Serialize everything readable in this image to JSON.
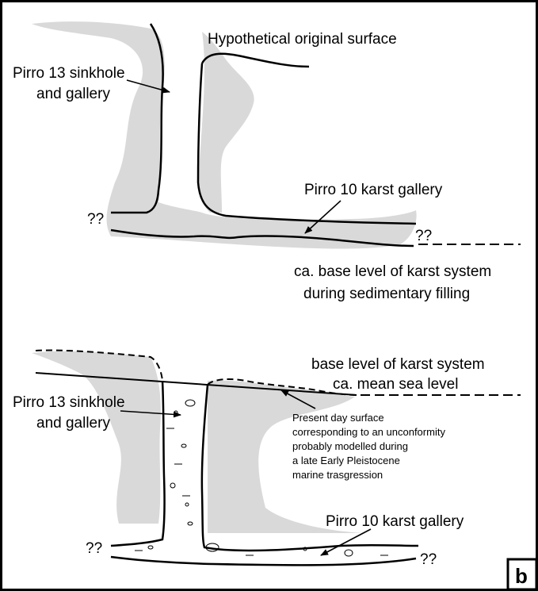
{
  "figure": {
    "panel_letter": "b",
    "upper": {
      "surface_label": "Hypothetical original surface",
      "sinkhole_label": [
        "Pirro 13 sinkhole",
        "and gallery"
      ],
      "gallery_label": "Pirro 10 karst gallery",
      "unknown_left": "??",
      "unknown_right": "??",
      "base_level_label": [
        "ca. base level of karst system",
        "during sedimentary filling"
      ]
    },
    "lower": {
      "base_level_label": [
        "base level of karst system",
        "ca. mean sea level"
      ],
      "sinkhole_label": [
        "Pirro 13 sinkhole",
        "and gallery"
      ],
      "present_surface_label": [
        "Present day surface",
        "corresponding to an unconformity",
        "probably modelled during",
        "a late Early Pleistocene",
        "marine trasgression"
      ],
      "gallery_label": "Pirro 10 karst gallery",
      "unknown_left": "??",
      "unknown_right": "??"
    }
  },
  "colors": {
    "rock_fill": "#d9d9d9",
    "line": "#000000",
    "background": "#ffffff"
  }
}
